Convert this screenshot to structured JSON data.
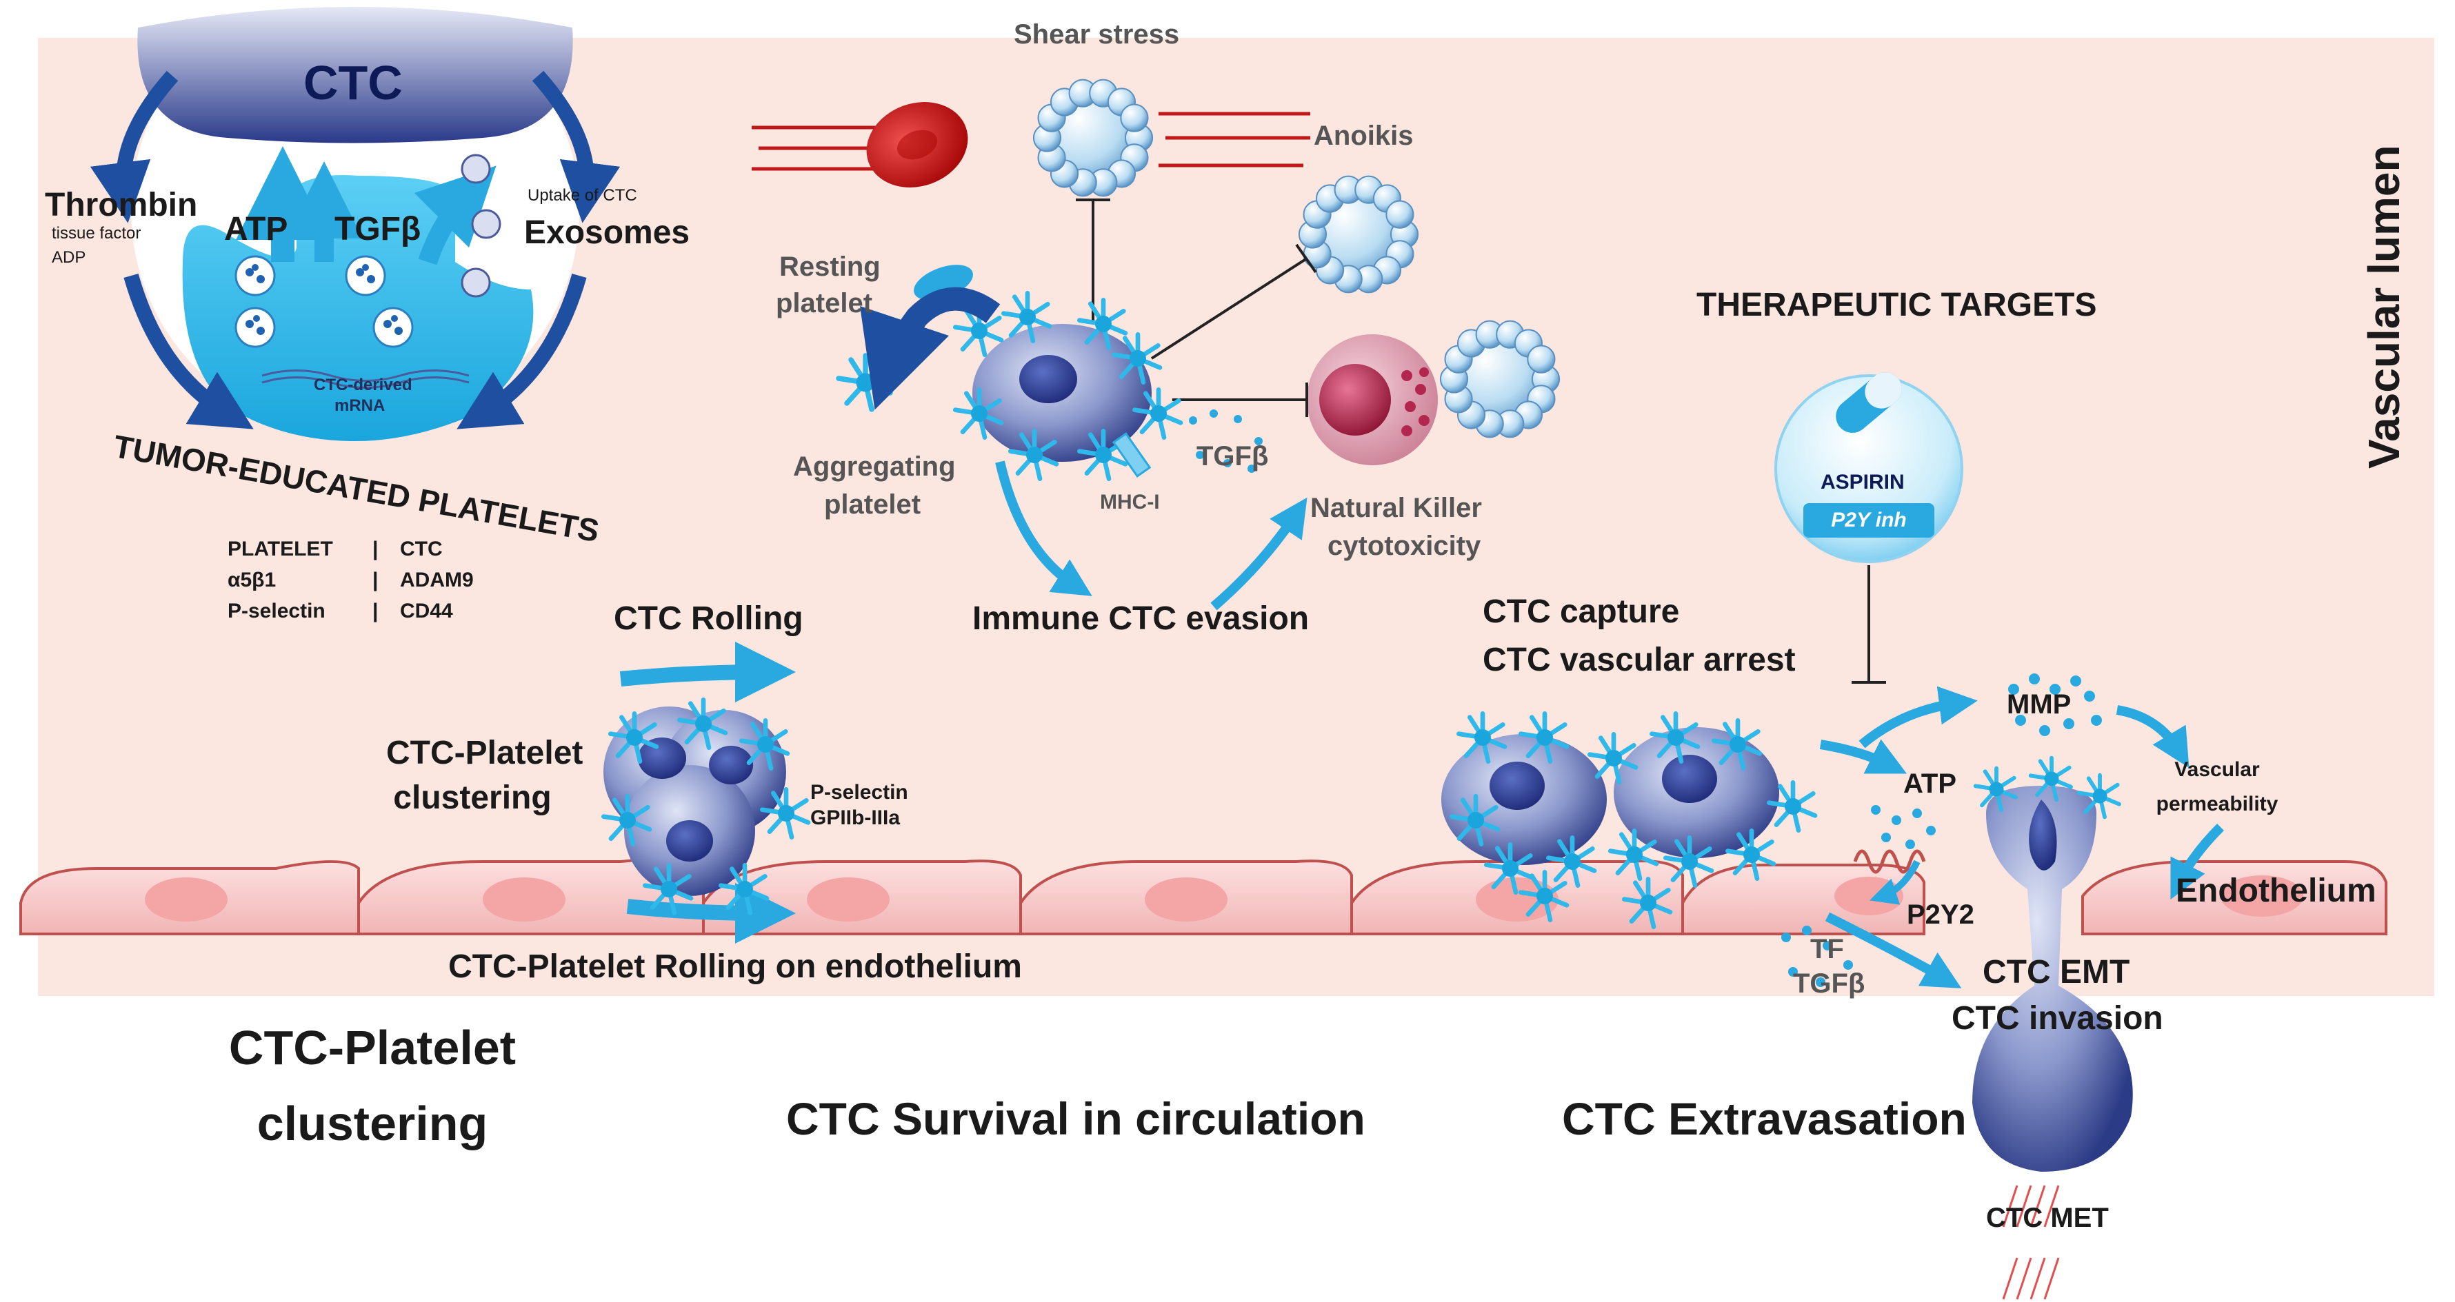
{
  "colors": {
    "lumen_background": "#fbe6e0",
    "platelet": "#2fb8ea",
    "arrow": "#29a9e0",
    "ctc_cell": "#3a4c9a",
    "endothelium": "#f5c4c4",
    "rbc": "#d21414",
    "nk_cell": "#b3264f"
  },
  "tep": {
    "ctc": "CTC",
    "thrombin": "Thrombin",
    "thrombin_sub1": "tissue factor",
    "thrombin_sub2": "ADP",
    "atp": "ATP",
    "tgfb": "TGFβ",
    "uptake": "Uptake of CTC",
    "exosomes": "Exosomes",
    "mrna1": "CTC-derived",
    "mrna2": "mRNA",
    "arc_title": "TUMOR-EDUCATED PLATELETS"
  },
  "binding_table": {
    "rows": [
      {
        "platelet": "PLATELET",
        "ctc": "CTC"
      },
      {
        "platelet": "α5β1",
        "ctc": "ADAM9"
      },
      {
        "platelet": "P-selectin",
        "ctc": "CD44"
      }
    ]
  },
  "survival": {
    "shear_stress": "Shear stress",
    "anoikis": "Anoikis",
    "resting_platelet_1": "Resting",
    "resting_platelet_2": "platelet",
    "aggregating_platelet_1": "Aggregating",
    "aggregating_platelet_2": "platelet",
    "mhc": "MHC-I",
    "tgfb": "TGFβ",
    "nk_1": "Natural Killer",
    "nk_2": "cytotoxicity",
    "immune_evasion": "Immune CTC evasion"
  },
  "clustering": {
    "rolling": "CTC Rolling",
    "cluster_1": "CTC-Platelet",
    "cluster_2": "clustering",
    "pselectin": "P-selectin",
    "gp": "GPIIb-IIIa",
    "rolling_endo": "CTC-Platelet Rolling on endothelium"
  },
  "extravasation": {
    "therapeutic": "THERAPEUTIC TARGETS",
    "aspirin": "ASPIRIN",
    "p2y_inh": "P2Y inh",
    "capture": "CTC capture",
    "arrest": "CTC vascular arrest",
    "mmp": "MMP",
    "atp": "ATP",
    "vascular_perm_1": "Vascular",
    "vascular_perm_2": "permeability",
    "endothelium": "Endothelium",
    "p2y2": "P2Y2",
    "tf": "TF",
    "tgfb": "TGFβ",
    "emt": "CTC EMT",
    "invasion": "CTC invasion",
    "met": "CTC MET",
    "vascular_lumen": "Vascular lumen"
  },
  "stages": {
    "stage1_line1": "CTC-Platelet",
    "stage1_line2": "clustering",
    "stage2": "CTC Survival in circulation",
    "stage3": "CTC Extravasation"
  }
}
